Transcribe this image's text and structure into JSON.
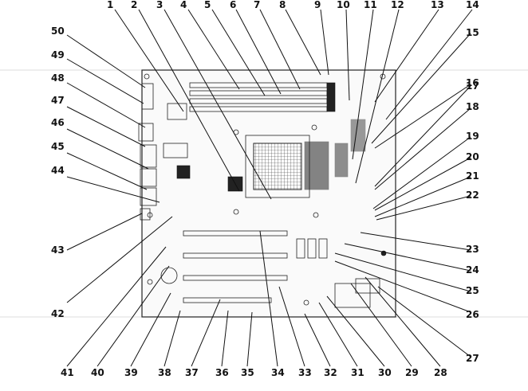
{
  "callouts_top": [
    "1",
    "2",
    "3",
    "4",
    "5",
    "6",
    "7",
    "8",
    "9",
    "10",
    "11",
    "12",
    "13",
    "14"
  ],
  "callouts_right": [
    "15",
    "16",
    "17",
    "18",
    "19",
    "20",
    "21",
    "22",
    "23",
    "24",
    "25",
    "26",
    "27"
  ],
  "callouts_bottom": [
    "28",
    "29",
    "30",
    "31",
    "32",
    "33",
    "34",
    "35",
    "36",
    "37",
    "38",
    "39",
    "40",
    "41"
  ],
  "callouts_left": [
    "42",
    "43",
    "44",
    "45",
    "46",
    "47",
    "48",
    "49",
    "50"
  ]
}
